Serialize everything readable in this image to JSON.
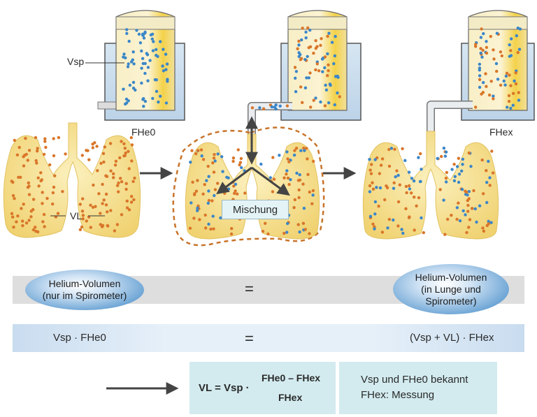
{
  "labels": {
    "vsp": "Vsp",
    "fhe0": "FHe0",
    "fhex": "FHex",
    "vl": "VL",
    "mischung": "Mischung"
  },
  "row1": {
    "left_ellipse": "Helium-Volumen (nur im Spirometer)",
    "equals": "=",
    "right_ellipse": "Helium-Volumen (in Lunge und Spirometer)"
  },
  "row2": {
    "left_formula": "Vsp · FHe0",
    "equals": "=",
    "right_formula": "(Vsp + VL) · FHex"
  },
  "result": {
    "lhs": "VL = Vsp ·",
    "numerator": "FHe0 – FHex",
    "denominator": "FHex",
    "known": "Vsp und FHe0 bekannt",
    "measured": "FHex: Messung"
  },
  "colors": {
    "lung": "#f2da84",
    "orange_dot": "#d9762a",
    "blue_dot": "#3b86c8",
    "dashed_outline": "#c8742a",
    "arrow": "#444444",
    "gray_band": "#dedede",
    "blue_band": "#d5e5f3",
    "box": "#d3ebef"
  },
  "icons": [
    "spirometer-icon",
    "lung-icon",
    "arrow-right-icon",
    "double-arrow-icon"
  ]
}
